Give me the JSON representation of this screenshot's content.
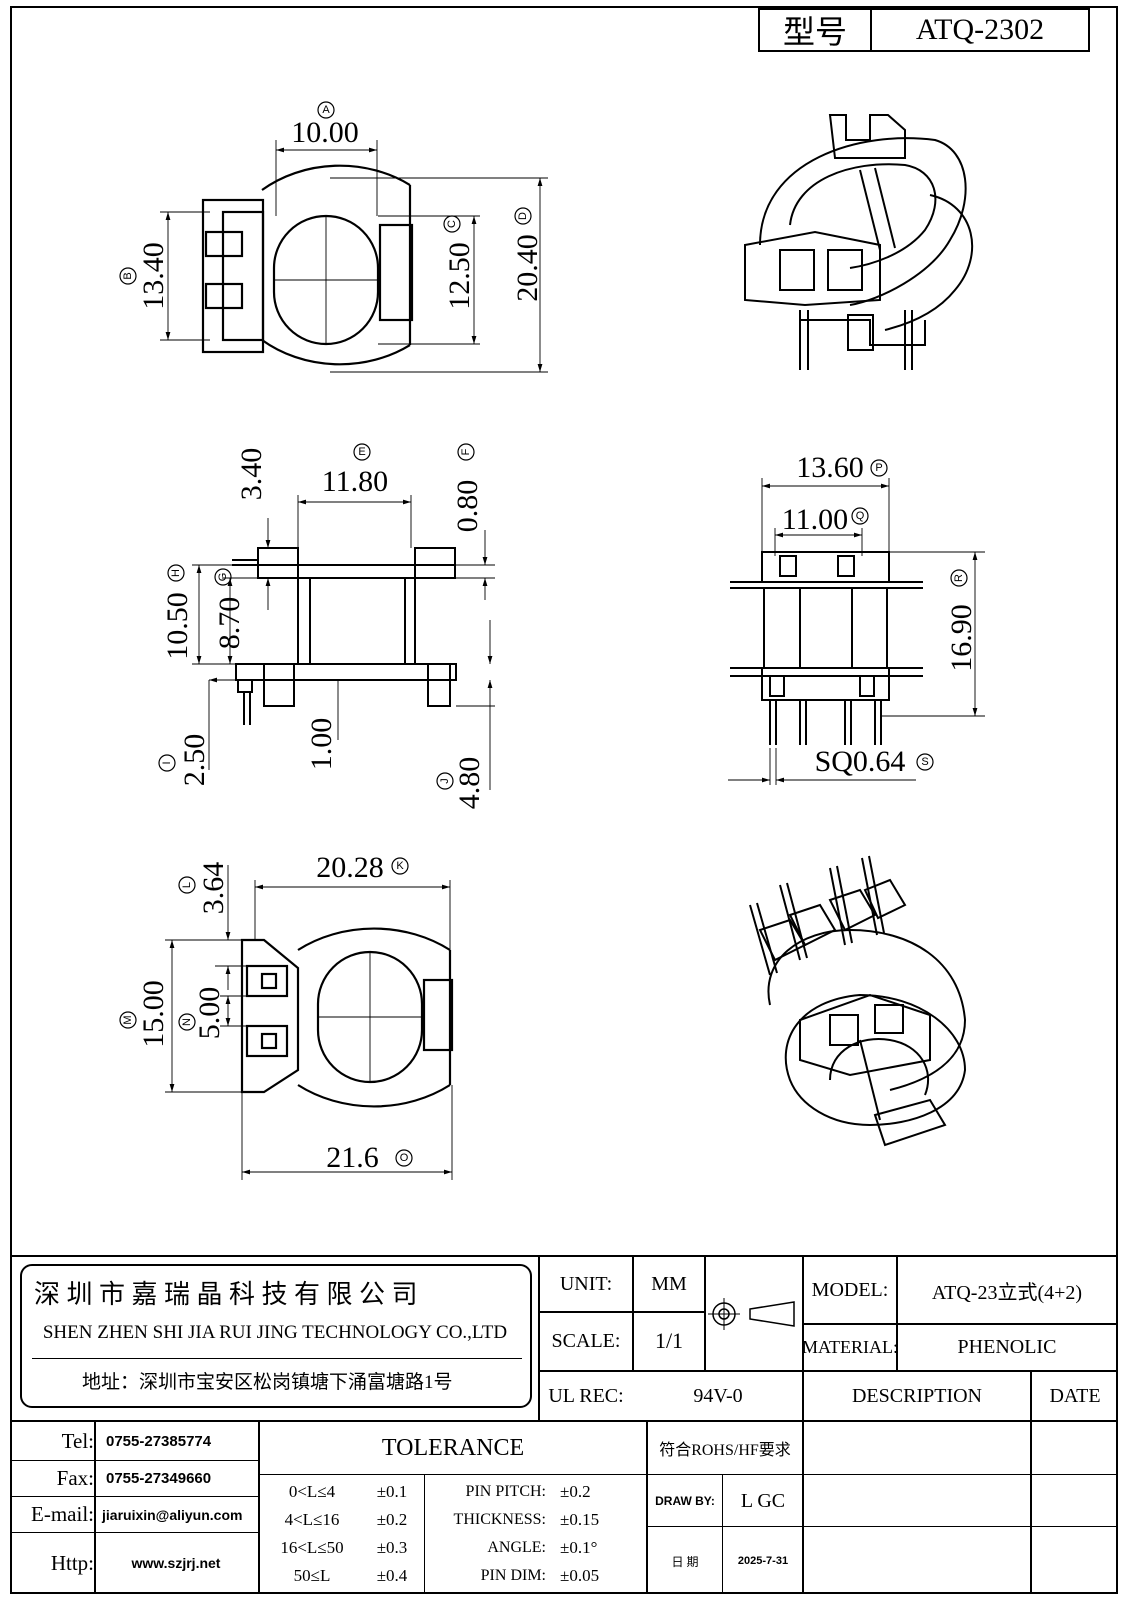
{
  "header": {
    "model_label": "型号",
    "model_value": "ATQ-2302"
  },
  "dimensions": {
    "A": "10.00",
    "B": "13.40",
    "C": "12.50",
    "D": "20.40",
    "E": "11.80",
    "E_top": "3.40",
    "F": "0.80",
    "H": "10.50",
    "G": "8.70",
    "I": "2.50",
    "mid": "1.00",
    "J": "4.80",
    "P": "13.60",
    "Q": "11.00",
    "R": "16.90",
    "S": "SQ0.64",
    "K": "20.28",
    "L": "3.64",
    "M": "15.00",
    "N": "5.00",
    "O": "21.6"
  },
  "letters": {
    "A": "A",
    "B": "B",
    "C": "C",
    "D": "D",
    "E": "E",
    "F": "F",
    "G": "G",
    "H": "H",
    "I": "I",
    "J": "J",
    "K": "K",
    "L": "L",
    "M": "M",
    "N": "N",
    "O": "O",
    "P": "P",
    "Q": "Q",
    "R": "R",
    "S": "S"
  },
  "company": {
    "name_cn": "深 圳 市 嘉 瑞 晶 科 技 有 限 公 司",
    "name_en": "SHEN ZHEN SHI   JIA RUI JING   TECHNOLOGY CO.,LTD",
    "address": "地址：深圳市宝安区松岗镇塘下涌富塘路1号"
  },
  "title_block": {
    "unit_label": "UNIT:",
    "unit_value": "MM",
    "scale_label": "SCALE:",
    "scale_value": "1/1",
    "model_label": "MODEL:",
    "model_value": "ATQ-23立式(4+2)",
    "material_label": "MATERIAL:",
    "material_value": "PHENOLIC",
    "ul_label": "UL REC:",
    "ul_value": "94V-0",
    "description_label": "DESCRIPTION",
    "date_label": "DATE",
    "rohs": "符合ROHS/HF要求",
    "draw_by_label": "DRAW BY:",
    "draw_by_value": "L GC",
    "date_small_label": "日 期",
    "date_value": "2025-7-31"
  },
  "contact": {
    "tel_label": "Tel:",
    "tel": "0755-27385774",
    "fax_label": "Fax:",
    "fax": "0755-27349660",
    "email_label": "E-mail:",
    "email": "jiaruixin@aliyun.com",
    "http_label": "Http:",
    "http": "www.szjrj.net"
  },
  "tolerance": {
    "title": "TOLERANCE",
    "ranges": [
      {
        "range": "0<L≤4",
        "tol": "±0.1"
      },
      {
        "range": "4<L≤16",
        "tol": "±0.2"
      },
      {
        "range": "16<L≤50",
        "tol": "±0.3"
      },
      {
        "range": "50≤L",
        "tol": "±0.4"
      }
    ],
    "specs": [
      {
        "name": "PIN PITCH:",
        "tol": "±0.2"
      },
      {
        "name": "THICKNESS:",
        "tol": "±0.15"
      },
      {
        "name": "ANGLE:",
        "tol": "±0.1°"
      },
      {
        "name": "PIN DIM:",
        "tol": "±0.05"
      }
    ]
  }
}
